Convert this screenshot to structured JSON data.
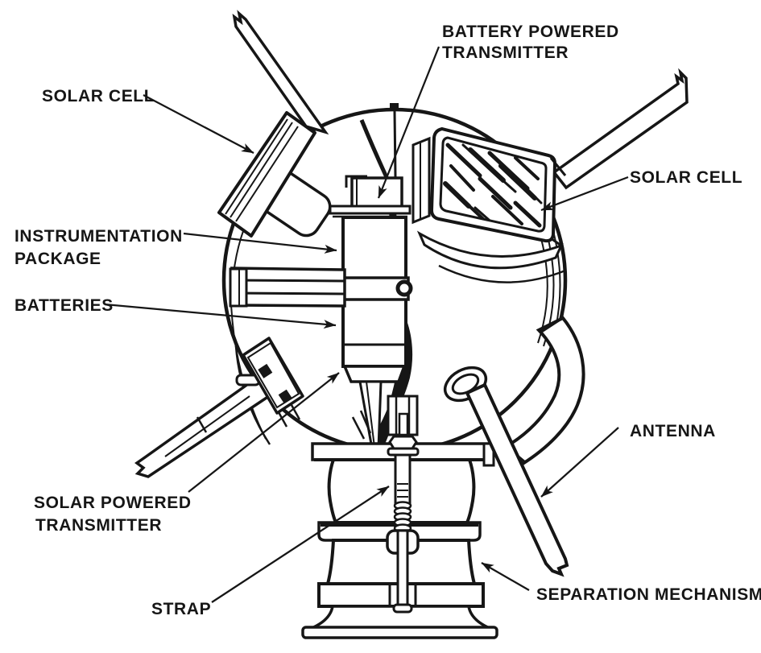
{
  "figure": {
    "colors": {
      "ink": "#161616",
      "paper": "#ffffff"
    },
    "callouts": {
      "solar_cell_left": {
        "label": "SOLAR CELL"
      },
      "battery_powered_transmitter": {
        "line1": "BATTERY POWERED",
        "line2": "TRANSMITTER"
      },
      "solar_cell_right": {
        "label": "SOLAR CELL"
      },
      "instrumentation_package": {
        "line1": "INSTRUMENTATION",
        "line2": "PACKAGE"
      },
      "batteries": {
        "label": "BATTERIES"
      },
      "solar_powered_transmitter": {
        "line1": "SOLAR POWERED",
        "line2": "TRANSMITTER"
      },
      "strap": {
        "label": "STRAP"
      },
      "antenna": {
        "label": "ANTENNA"
      },
      "separation_mechanism": {
        "label": "SEPARATION MECHANISM"
      }
    }
  }
}
